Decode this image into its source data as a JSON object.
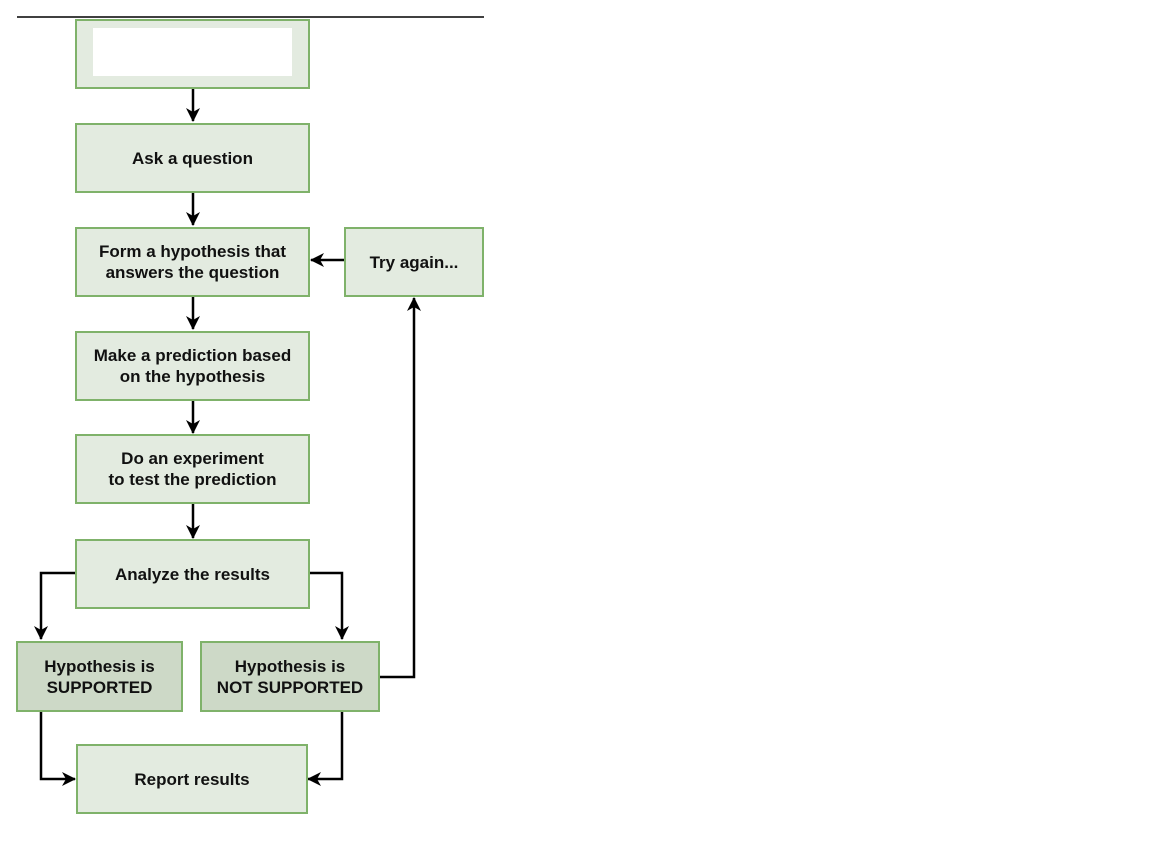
{
  "flowchart": {
    "colors": {
      "box_fill": "#e3ebe0",
      "box_fill_outcome": "#cdd9c7",
      "box_border": "#7fb26a",
      "arrow": "#000000",
      "text": "#111111"
    },
    "steps": {
      "observation": "",
      "question": "Ask a question",
      "hypothesis": "Form a hypothesis that\nanswers the question",
      "prediction": "Make a prediction based\non the hypothesis",
      "experiment": "Do an experiment\nto test the prediction",
      "analyze": "Analyze the results",
      "supported": "Hypothesis is\nSUPPORTED",
      "not_supported": "Hypothesis is\nNOT SUPPORTED",
      "report": "Report results",
      "try_again": "Try again..."
    }
  }
}
